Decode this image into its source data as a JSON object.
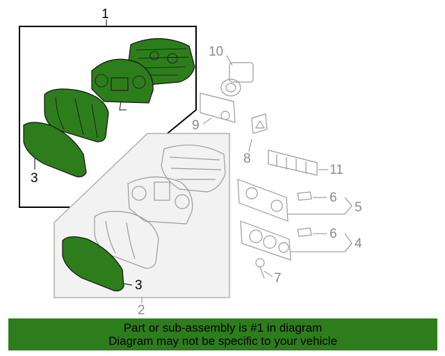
{
  "callouts": {
    "c1": "1",
    "c2": "2",
    "c3a": "3",
    "c3b": "3",
    "c4": "4",
    "c5": "5",
    "c6a": "6",
    "c6b": "6",
    "c7": "7",
    "c8": "8",
    "c9": "9",
    "c10": "10",
    "c11": "11"
  },
  "banner": {
    "line1": "Part or sub-assembly is #1 in diagram",
    "line2": "Diagram may not be specific to your vehicle"
  },
  "colors": {
    "highlight": "#2d7d1c",
    "part_outline": "#9a9a9a",
    "frame": "#000000"
  }
}
